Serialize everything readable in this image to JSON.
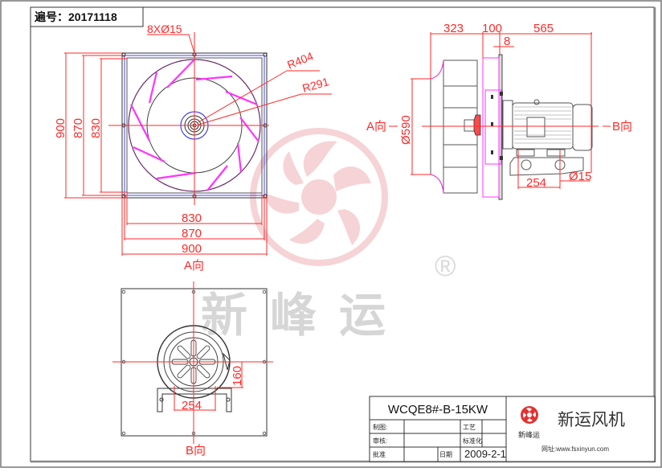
{
  "drawing": {
    "serial_label": "遍号：20171118",
    "colors": {
      "dimension": "#ff2a2a",
      "outline": "#333333",
      "impeller_blade": "#ff33ff",
      "flange": "#4444ee",
      "watermark_logo": "#f6cfd2",
      "watermark_text": "#d6d6d6",
      "hub_fill": "#ff4a4a"
    }
  },
  "front_view": {
    "label_bolt_holes": "8XØ15",
    "label_outer_radius": "R404",
    "label_inner_radius": "R291",
    "vertical_dims": [
      "900",
      "870",
      "830"
    ],
    "horizontal_dims": [
      "830",
      "870",
      "900"
    ],
    "view_label": "A向"
  },
  "side_view": {
    "top_dims": [
      "323",
      "100",
      "565"
    ],
    "plate_dim": "8",
    "inlet_diameter": "Ø590",
    "foot_spacing": "254",
    "foot_hole": "Ø15",
    "arrow_left": "A向",
    "arrow_right": "B向"
  },
  "rear_view": {
    "foot_spacing": "254",
    "center_height": "160",
    "view_label": "B向"
  },
  "watermark": {
    "registered_mark": "®",
    "brand_chars": "新峰运"
  },
  "title_block": {
    "model": "WCQE8#-B-15KW",
    "rows": [
      {
        "label": "制图:",
        "value": "",
        "label2": "工艺",
        "value2": ""
      },
      {
        "label": "审核:",
        "value": "",
        "label2": "标准化",
        "value2": ""
      },
      {
        "label": "批准",
        "value": "",
        "label2": "日期",
        "value2": "2009-2-1"
      }
    ],
    "company_small": "新峰运",
    "company_name": "新运风机",
    "website": "网址:www.fsxinyun.com"
  }
}
